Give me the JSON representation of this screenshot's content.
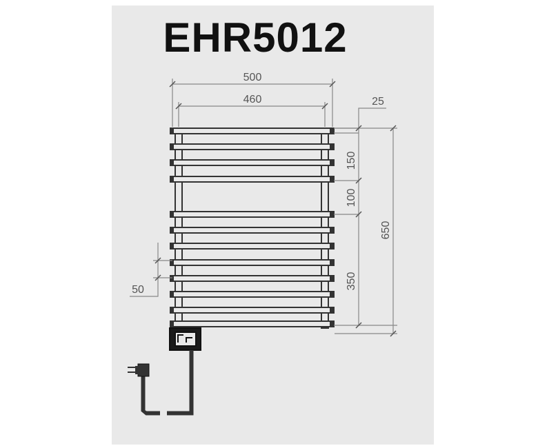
{
  "title": "EHR5012",
  "dimensions": {
    "overall_width": "500",
    "inner_width": "460",
    "top_offset": "25",
    "upper_pitch": "150",
    "gap": "100",
    "lower_pitch": "350",
    "overall_height": "650",
    "bar_spacing": "50"
  },
  "colors": {
    "sheet": "#e9e9e9",
    "line": "#333333",
    "dim": "#888888"
  }
}
